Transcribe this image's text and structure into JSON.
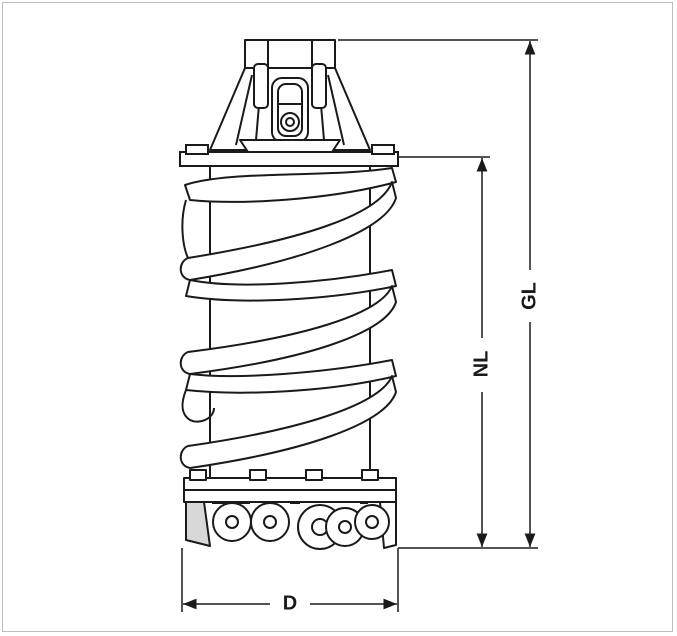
{
  "dimensions": {
    "gl_label": "GL",
    "nl_label": "NL",
    "d_label": "D"
  },
  "colors": {
    "line": "#1a1a1a",
    "frame": "#bdbdbd",
    "background": "#ffffff"
  }
}
